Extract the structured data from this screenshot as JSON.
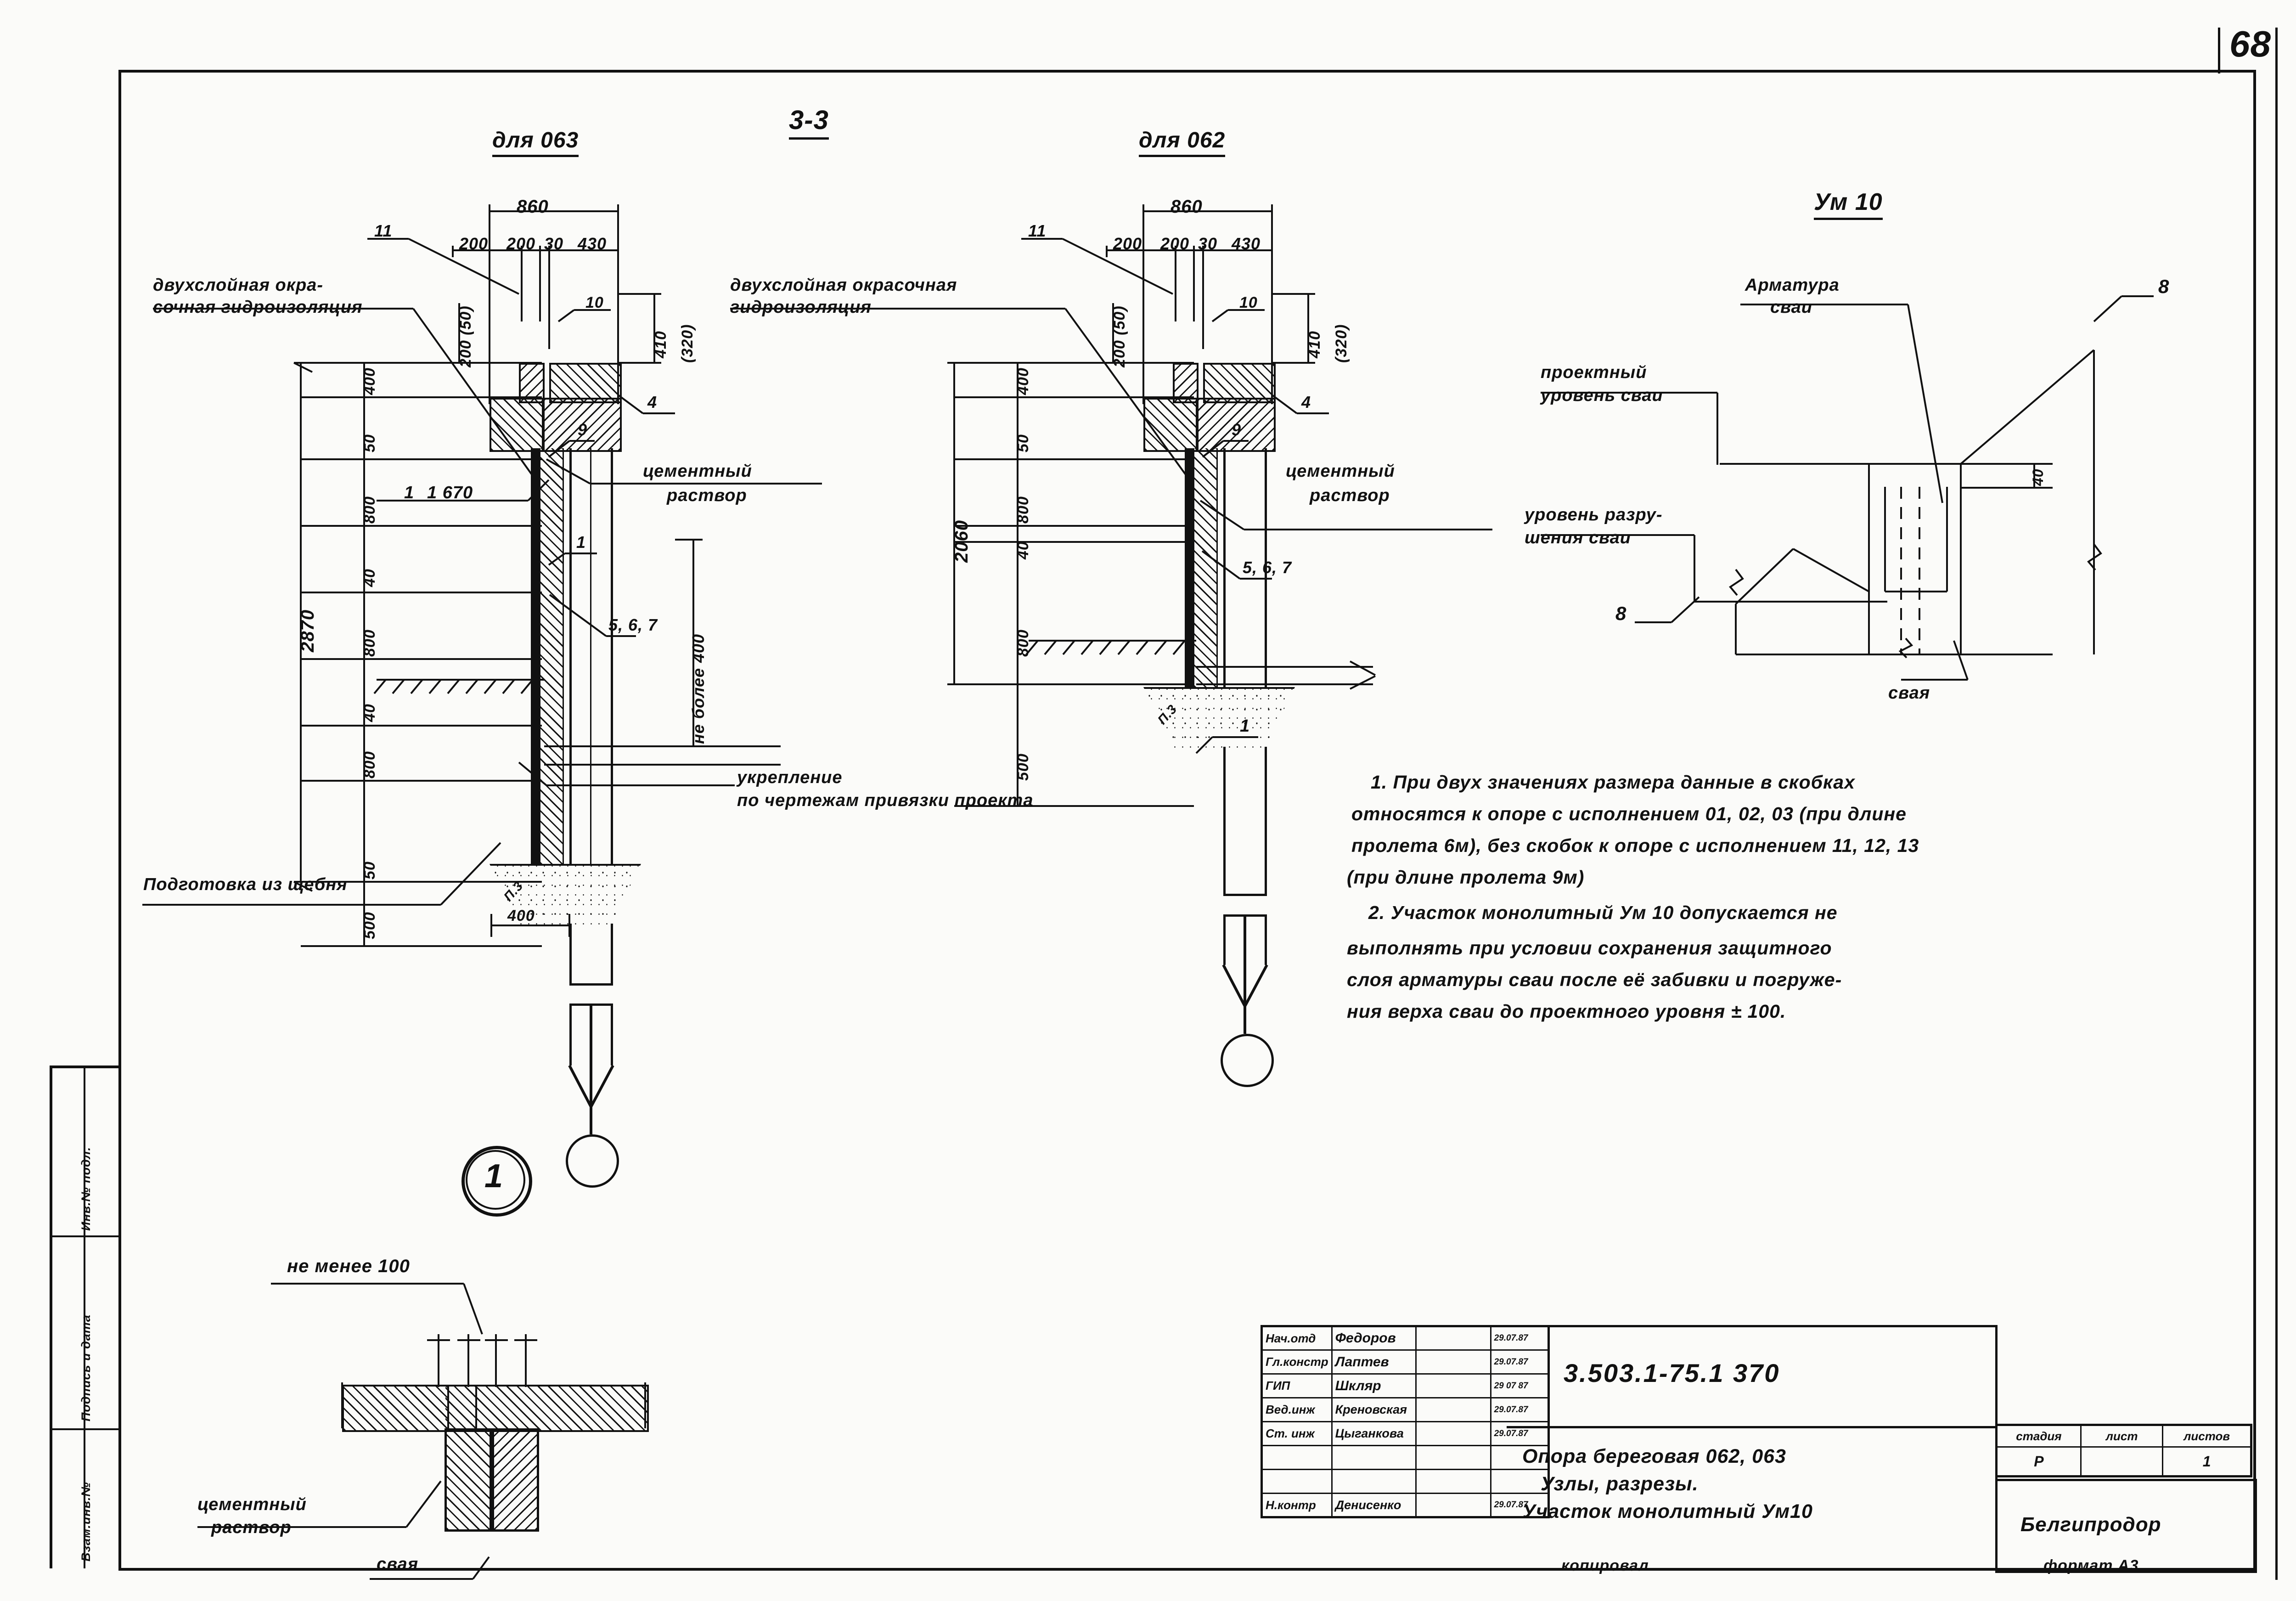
{
  "sheet": {
    "page_number": "68",
    "format_label": "формат А3",
    "copied_label": "копировал",
    "side_strip": [
      "Инв.№ подл.",
      "Подпись и дата",
      "Взам.инв.№"
    ]
  },
  "section_center_title": "3-3",
  "views": {
    "left": {
      "title": "для 063",
      "top_width": "860",
      "top_chain": [
        "200",
        "200",
        "30",
        "430"
      ],
      "thickness_note": "10",
      "right_height": "410",
      "right_height_alt": "(320)",
      "left_offset": "200 (50)",
      "vertical_chain": [
        "400",
        "50",
        "800",
        "40",
        "800",
        "40",
        "800",
        "50"
      ],
      "overall_height": "2870",
      "bottom_height": "500",
      "base_width": "400",
      "marks": {
        "m11": "11",
        "m4": "4",
        "m9": "9",
        "m1": "1",
        "m1b": "1",
        "m567": "5, 6, 7",
        "m1c": "1"
      },
      "inner_dim": "1 670",
      "labels": {
        "waterproofing": [
          "двухслойная окра-",
          "сочная гидроизоляция"
        ],
        "cement_mortar": [
          "цементный",
          "раствор"
        ],
        "not_more": "не более 400",
        "reinforcement": [
          "укрепление",
          "по чертежам привязки проекта"
        ],
        "gravel_bed": "Подготовка из щебня",
        "gravel_hatch_note": "П.3"
      }
    },
    "right": {
      "title": "для 062",
      "top_width": "860",
      "top_chain": [
        "200",
        "200",
        "30",
        "430"
      ],
      "thickness_note": "10",
      "right_height": "410",
      "right_height_alt": "(320)",
      "left_offset": "200 (50)",
      "vertical_chain": [
        "400",
        "50",
        "800",
        "40",
        "800",
        "500"
      ],
      "overall_height": "2060",
      "marks": {
        "m11": "11",
        "m4": "4",
        "m9": "9",
        "m567": "5, 6, 7",
        "m1": "1"
      },
      "labels": {
        "waterproofing": [
          "двухслойная окрасочная",
          "гидроизоляция"
        ],
        "cement_mortar": [
          "цементный",
          "раствор"
        ],
        "gravel_hatch_note": "П.3"
      }
    },
    "um10": {
      "title": "Ум 10",
      "labels": {
        "rebar": [
          "Арматура",
          "сваи"
        ],
        "design_level": [
          "проектный",
          "уровень сваи"
        ],
        "destruction_level": [
          "уровень разру-",
          "шения сваи"
        ],
        "pile": "свая"
      },
      "marks": {
        "m8a": "8",
        "m8b": "8"
      },
      "dim_40": "40"
    },
    "detail1": {
      "bubble": "1",
      "dim_min": "не менее 100",
      "labels": {
        "cement_mortar": [
          "цементный",
          "раствор"
        ],
        "pile": "свая"
      }
    }
  },
  "notes": [
    "1. При двух значениях  размера данные  в скобках",
    "относятся к опоре  с исполнением 01, 02, 03 (при длине",
    "пролета 6м), без скобок к опоре с исполнением 11, 12, 13",
    "(при длине пролета  9м)",
    "2. Участок монолитный Ум 10 допускается  не",
    "выполнять  при условии сохранения защитного",
    "слоя арматуры  сваи  после её забивки  и погруже-",
    "ния верха сваи до проектного уровня ± 100."
  ],
  "title_block": {
    "staff_rows": [
      {
        "role": "Нач.отд",
        "name": "Федоров",
        "sign": "",
        "date": "29.07.87"
      },
      {
        "role": "Гл.констр",
        "name": "Лаптев",
        "sign": "",
        "date": "29.07.87"
      },
      {
        "role": "ГИП",
        "name": "Шкляр",
        "sign": "",
        "date": "29 07 87"
      },
      {
        "role": "Вед.инж",
        "name": "Креновская",
        "sign": "",
        "date": "29.07.87"
      },
      {
        "role": "Ст. инж",
        "name": "Цыганкова",
        "sign": "",
        "date": "29.07.87"
      },
      {
        "role": "",
        "name": "",
        "sign": "",
        "date": ""
      },
      {
        "role": "",
        "name": "",
        "sign": "",
        "date": ""
      },
      {
        "role": "Н.контр",
        "name": "Денисенко",
        "sign": "",
        "date": "29.07.87"
      }
    ],
    "drawing_code": "3.503.1-75.1   370",
    "drawing_title": [
      "Опора береговая 062, 063",
      "Узлы, разрезы.",
      "Участок монолитный Ум10"
    ],
    "stage_headers": [
      "стадия",
      "лист",
      "листов"
    ],
    "stage_values": [
      "Р",
      "",
      "1"
    ],
    "organization": "Белгипродор"
  }
}
